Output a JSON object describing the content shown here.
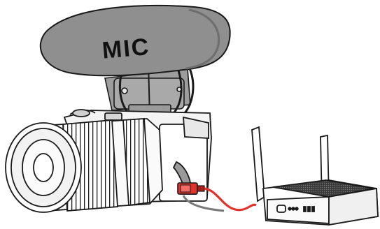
{
  "diagram": {
    "mic_label": "MIC"
  },
  "colors": {
    "outline": "#1a1a1a",
    "mic_body": "#8f8f8f",
    "mic_dark": "#6e6e6e",
    "mount": "#a8a8a8",
    "cable_red": "#e0332c",
    "cable_gray": "#7a7a7a",
    "device_dark": "#2a2a2a"
  },
  "components": [
    "shotgun-microphone",
    "camera",
    "lens",
    "usb-adapter",
    "receiver-with-antennas"
  ]
}
